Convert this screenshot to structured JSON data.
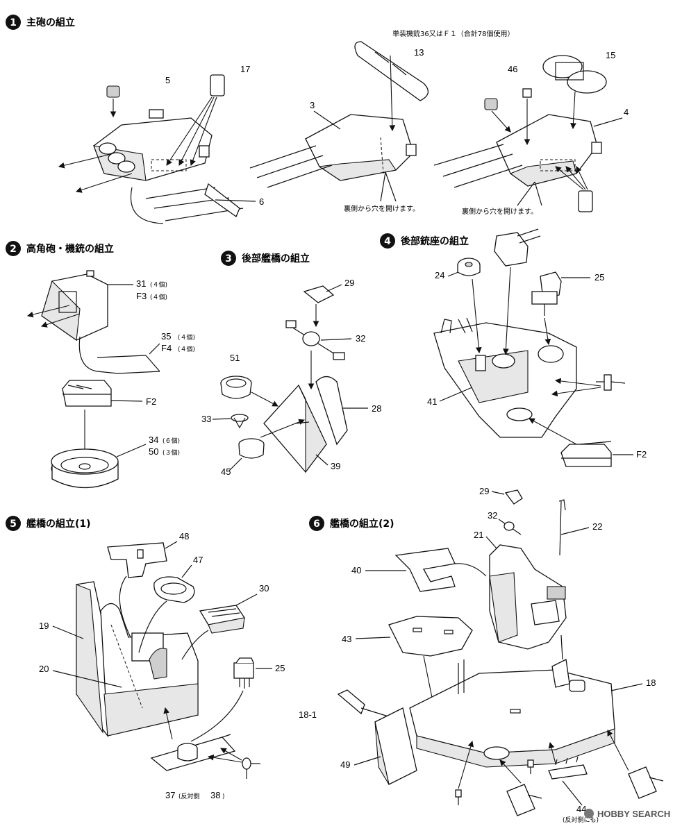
{
  "steps": [
    {
      "num": "1",
      "title": "主砲の組立"
    },
    {
      "num": "2",
      "title": "高角砲・機銃の組立"
    },
    {
      "num": "3",
      "title": "後部艦橋の組立"
    },
    {
      "num": "4",
      "title": "後部銃座の組立"
    },
    {
      "num": "5",
      "title": "艦橋の組立(1)"
    },
    {
      "num": "6",
      "title": "艦橋の組立(2)"
    }
  ],
  "notes": {
    "mg_note": "単装機銃36又はＦ１（合計78個使用）",
    "drill_a": "裏側から穴を開けます。",
    "drill_b": "裏側から穴を開けます。"
  },
  "parts": {
    "p5": "5",
    "p17": "17",
    "p6": "6",
    "p3": "3",
    "p13": "13",
    "p46": "46",
    "p15": "15",
    "p4": "4",
    "p31": "31",
    "p31q": "(４個)",
    "pF3": "F3",
    "pF3q": "(４個)",
    "p35": "35",
    "p35q": "(４個)",
    "pF4": "F4",
    "pF4q": "(４個)",
    "pF2a": "F2",
    "p34": "34",
    "p34q": "(６個)",
    "p50": "50",
    "p50q": "(３個)",
    "p29a": "29",
    "p32a": "32",
    "p51": "51",
    "p28": "28",
    "p33": "33",
    "p45": "45",
    "p39": "39",
    "p24": "24",
    "p25a": "25",
    "p41": "41",
    "pF2b": "F2",
    "p48": "48",
    "p47": "47",
    "p30": "30",
    "p19": "19",
    "p20": "20",
    "p25b": "25",
    "p37": "37",
    "p37note": "(反対側",
    "p38": "38",
    "p38close": ")",
    "p29b": "29",
    "p32b": "32",
    "p21": "21",
    "p22": "22",
    "p40": "40",
    "p43": "43",
    "p18": "18",
    "p18_1": "18-1",
    "p49": "49",
    "p44": "44",
    "p44note": "(反対側にも)"
  },
  "watermark": "HOBBY SEARCH",
  "colors": {
    "ink": "#111111",
    "paper": "#ffffff",
    "shade": "#e7e7e7"
  }
}
